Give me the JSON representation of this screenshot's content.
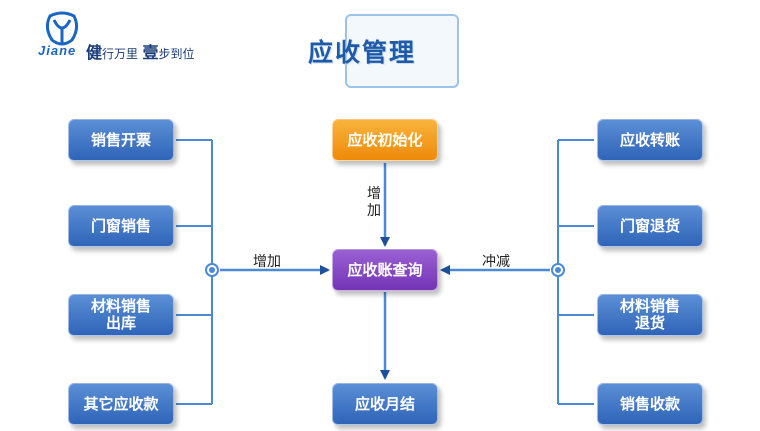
{
  "logo": {
    "wordmark": "Jiane",
    "slogan": [
      "健",
      "行万里",
      "壹",
      "步到位"
    ]
  },
  "title": "应收管理",
  "colors": {
    "blue": "#2f64b8",
    "orange": "#ee8a0a",
    "purple": "#7434b5",
    "line": "#4a8ad6"
  },
  "left_nodes": [
    "销售开票",
    "门窗销售",
    "材料销售\n出库",
    "其它应收款"
  ],
  "right_nodes": [
    "应收转账",
    "门窗退货",
    "材料销售\n退货",
    "销售收款"
  ],
  "center": {
    "init": "应收初始化",
    "query": "应收账查询",
    "monthly": "应收月结"
  },
  "edge_labels": {
    "top": "增加",
    "left": "增加",
    "right": "冲减"
  }
}
